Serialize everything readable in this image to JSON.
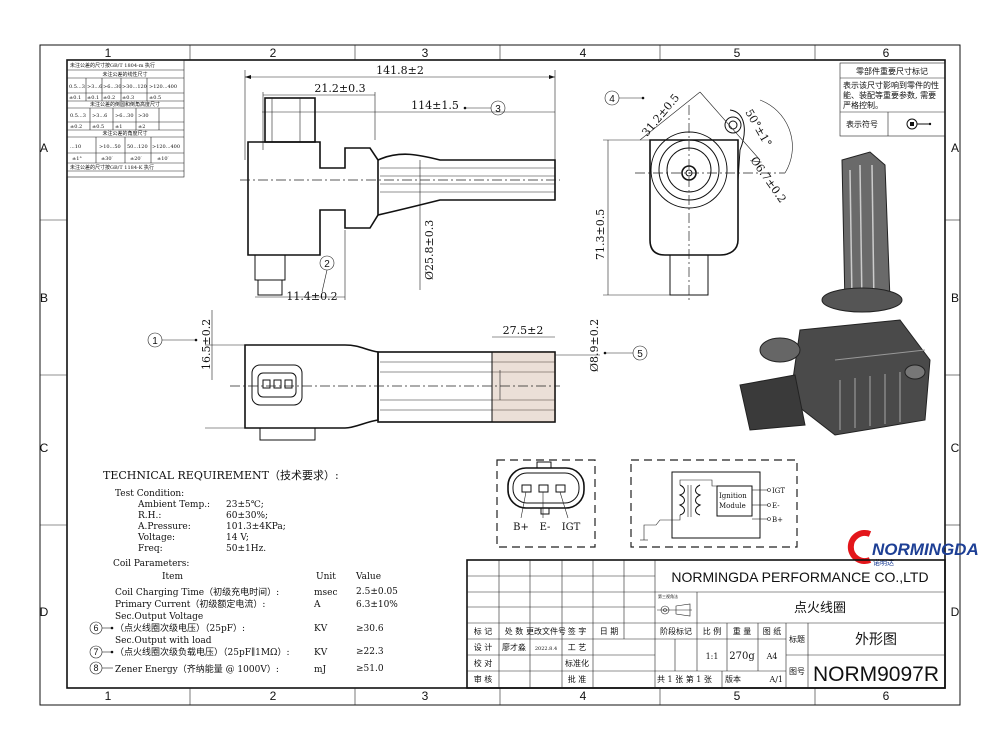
{
  "frame": {
    "columns": [
      "1",
      "2",
      "3",
      "4",
      "5",
      "6"
    ],
    "rows": [
      "A",
      "B",
      "C",
      "D"
    ]
  },
  "tolerance_table": {
    "title": "未注公差的尺寸按GB/T 1804-m 执行",
    "linear_title": "未注公差的线性尺寸",
    "linear_ranges": [
      "0.5...3",
      ">3...6",
      ">6...30",
      ">30...120",
      ">120...400"
    ],
    "linear_tols": [
      "±0.1",
      "±0.1",
      "±0.2",
      "±0.3",
      "±0.5"
    ],
    "chamfer_title": "未注公差的倒圆和倒角高度尺寸",
    "chamfer_ranges": [
      "0.5...3",
      ">3...6",
      ">6...30",
      ">30"
    ],
    "chamfer_tols": [
      "±0.2",
      "±0.5",
      "±1",
      "±2"
    ],
    "angle_title": "未注公差的角度尺寸",
    "angle_ranges": [
      "...10",
      ">10...50",
      "50...120",
      ">120...400"
    ],
    "angle_tols": [
      "±1°",
      "±30′",
      "±20′",
      "±10′"
    ],
    "footer": "未注公差的尺寸按GB/T 1184-K 执行"
  },
  "key_dims_legend": {
    "title": "零部件重要尺寸标记",
    "desc": [
      "表示该尺寸影响到零件的性",
      "能、装配等重要参数, 需要",
      "严格控制。"
    ],
    "symbol_label": "表示符号"
  },
  "dimensions": {
    "overall_length": "141.8±2",
    "connector_offset": "21.2±0.3",
    "boot_length": "114±1.5",
    "body_diameter": "Ø25.8±0.3",
    "connector_height": "11.4±0.2",
    "connector_width": "16.5±0.2",
    "tip_length": "27.5±2",
    "tip_diameter": "Ø8.9±0.2",
    "bolt_distance": "31.2±0.5",
    "bolt_angle": "50°±1°",
    "bolt_hole": "Ø6.7±0.2",
    "total_height": "71.3±0.5"
  },
  "balloons": [
    "1",
    "2",
    "3",
    "4",
    "5",
    "6",
    "7",
    "8"
  ],
  "technical_requirement": {
    "title": "TECHNICAL  REQUIREMENT（技术要求）:",
    "test_condition_label": "Test Condition:",
    "conditions": [
      {
        "name": "Ambient Temp.:",
        "value": "23±5℃;"
      },
      {
        "name": "R.H.:",
        "value": "60±30%;"
      },
      {
        "name": "A.Pressure:",
        "value": "101.3±4KPa;"
      },
      {
        "name": "Voltage:",
        "value": "14 V;"
      },
      {
        "name": "Freq:",
        "value": "50±1Hz."
      }
    ],
    "coil_params_label": "Coil Parameters:",
    "headers": {
      "item": "Item",
      "unit": "Unit",
      "value": "Value"
    },
    "params": [
      {
        "line1": "Coil Charging Time（初级充电时间）:",
        "line2": "",
        "unit": "msec",
        "value": "2.5±0.05"
      },
      {
        "line1": "Primary Current（初级额定电流）:",
        "line2": "",
        "unit": "A",
        "value": "6.3±10%"
      },
      {
        "line1": "Sec.Output Voltage",
        "line2": "（点火线圈次级电压）（25pF）:",
        "unit": "KV",
        "value": "≥30.6"
      },
      {
        "line1": "Sec.Output with load",
        "line2": "（点火线圈次级负载电压）（25pF∥1MΩ）:",
        "unit": "KV",
        "value": "≥22.3"
      },
      {
        "line1": "Zener Energy（齐纳能量 @ 1000V）:",
        "line2": "",
        "unit": "mJ",
        "value": "≥51.0"
      }
    ]
  },
  "pinout": {
    "pins": [
      "B+",
      "E-",
      "IGT"
    ]
  },
  "schematic": {
    "module_line1": "Ignition",
    "module_line2": "Module",
    "terminals": [
      "IGT",
      "E-",
      "B+"
    ]
  },
  "logo": {
    "text": "NORMINGDA",
    "subtext": "诺明达",
    "brand_color": "#e3161b",
    "text_color": "#1d3f95"
  },
  "title_block": {
    "company": "NORMINGDA PERFORMANCE CO.,LTD",
    "projection_label": "第三视角法",
    "part_name": "点火线圈",
    "headers": [
      "标 记",
      "处 数",
      "更改文件号",
      "签 字",
      "日 期"
    ],
    "stage_headers": [
      "阶段标记",
      "比 例",
      "重 量",
      "图 纸"
    ],
    "design_label": "设 计",
    "designer": "廖才淼",
    "date": "2022.8.4",
    "process_label": "工 艺",
    "check_label": "校 对",
    "standard_label": "标准化",
    "review_label": "审 核",
    "approve_label": "批 准",
    "scale": "1:1",
    "weight": "270g",
    "paper": "A4",
    "title_label": "标题",
    "title": "外形图",
    "drawing_no_label": "图号",
    "drawing_no": "NORM9097R",
    "sheets": "共 1 张  第 1 张",
    "version_label": "版本",
    "version": "A/1"
  }
}
